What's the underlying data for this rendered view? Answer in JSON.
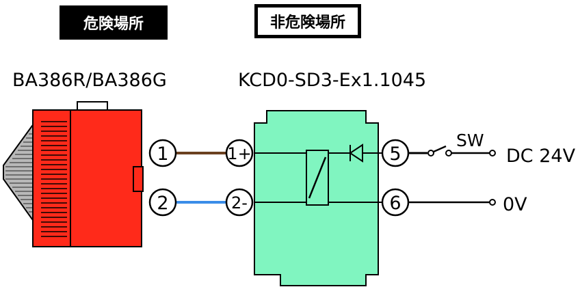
{
  "areas": {
    "hazardous": "危険場所",
    "non_hazardous": "非危険場所"
  },
  "devices": {
    "beacon": "BA386R/BA386G",
    "barrier": "KCD0-SD3-Ex1.1045"
  },
  "terminals": {
    "beacon_1": "1",
    "beacon_2": "2",
    "barrier_1": "1+",
    "barrier_2": "2-",
    "barrier_5": "5",
    "barrier_6": "6"
  },
  "supply": {
    "switch": "SW",
    "positive": "DC 24V",
    "negative": "0V"
  },
  "colors": {
    "beacon_body": "#ff2a1a",
    "barrier_body": "#80f5c0",
    "wire_brown": "#6b4020",
    "wire_blue": "#3a8de8"
  }
}
